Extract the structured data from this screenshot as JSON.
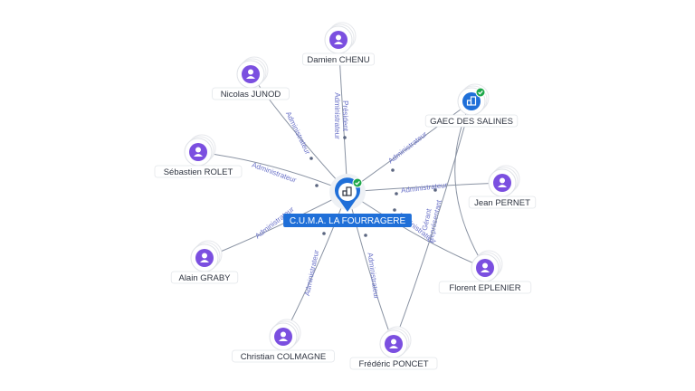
{
  "center": {
    "name": "C.U.M.A. LA FOURRAGERE",
    "icon": "building-icon",
    "badge": "verified-check-icon",
    "color": "#1f6fd8"
  },
  "nodes": [
    {
      "id": "damien",
      "name": "Damien CHENU",
      "type": "person",
      "icon": "person-icon"
    },
    {
      "id": "nicolas",
      "name": "Nicolas JUNOD",
      "type": "person",
      "icon": "person-icon"
    },
    {
      "id": "gaec",
      "name": "GAEC DES SALINES",
      "type": "company",
      "icon": "building-icon",
      "badge": "verified-check-icon"
    },
    {
      "id": "sebastien",
      "name": "Sébastien ROLET",
      "type": "person",
      "icon": "person-icon"
    },
    {
      "id": "jean",
      "name": "Jean PERNET",
      "type": "person",
      "icon": "person-icon"
    },
    {
      "id": "alain",
      "name": "Alain GRABY",
      "type": "person",
      "icon": "person-icon"
    },
    {
      "id": "florent",
      "name": "Florent EPLENIER",
      "type": "person",
      "icon": "person-icon"
    },
    {
      "id": "christian",
      "name": "Christian COLMAGNE",
      "type": "person",
      "icon": "person-icon"
    },
    {
      "id": "frederic",
      "name": "Frédéric PONCET",
      "type": "person",
      "icon": "person-icon"
    }
  ],
  "edges": [
    {
      "from": "damien",
      "to": "center",
      "labels": [
        "Président",
        "Administrateur"
      ]
    },
    {
      "from": "nicolas",
      "to": "center",
      "labels": [
        "Administrateur"
      ]
    },
    {
      "from": "gaec",
      "to": "center",
      "labels": [
        "Administrateur"
      ]
    },
    {
      "from": "sebastien",
      "to": "center",
      "labels": [
        "Administrateur"
      ]
    },
    {
      "from": "jean",
      "to": "center",
      "labels": [
        "Administrateur"
      ]
    },
    {
      "from": "alain",
      "to": "center",
      "labels": [
        "Administrateur"
      ]
    },
    {
      "from": "florent",
      "to": "center",
      "labels": [
        "Administrateur"
      ]
    },
    {
      "from": "christian",
      "to": "center",
      "labels": [
        "Administrateur"
      ]
    },
    {
      "from": "frederic",
      "to": "center",
      "labels": [
        "Administrateur"
      ]
    },
    {
      "from": "florent",
      "to": "gaec",
      "labels": [
        "Gérant",
        "Représentant"
      ]
    },
    {
      "from": "frederic",
      "to": "gaec",
      "labels": []
    }
  ],
  "colors": {
    "person": "#7b4fe0",
    "company": "#1f6fd8",
    "verified": "#1ea84a",
    "edge_label": "#6a72c8"
  }
}
